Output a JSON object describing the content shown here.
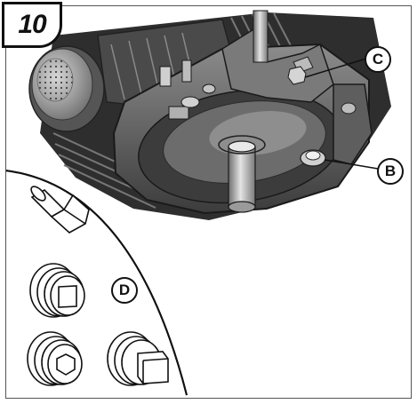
{
  "figure": {
    "step_number": "10",
    "callouts": {
      "c": "C",
      "b": "B",
      "d": "D"
    }
  },
  "colors": {
    "engine_dark": "#2b2b2b",
    "engine_mid": "#6a6a6a",
    "engine_light": "#b8b8b8",
    "line": "#111111"
  },
  "icons": [
    "engine-illustration",
    "socket-bit-icon",
    "square-drive-fitting-icon",
    "hex-socket-fitting-icon",
    "square-head-plug-icon"
  ]
}
